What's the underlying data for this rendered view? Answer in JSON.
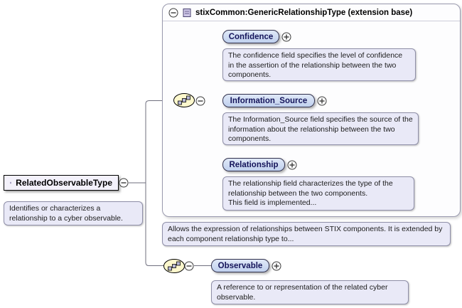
{
  "root": {
    "title": "RelatedObservableType",
    "annotation": "Identifies or characterizes a relationship to a cyber observable."
  },
  "extension": {
    "header": "stixCommon:GenericRelationshipType (extension base)",
    "annotation": "Allows the expression of relationships between STIX components. It is extended by each component relationship type to...",
    "children": [
      {
        "name": "Confidence",
        "annotation": "The confidence field specifies the level of confidence in the assertion of the relationship between the two components."
      },
      {
        "name": "Information_Source",
        "annotation": "The Information_Source field specifies the source of the information about the relationship between the two components."
      },
      {
        "name": "Relationship",
        "annotation": "The relationship field characterizes the type of the relationship between the two components.\nThis field is implemented..."
      }
    ]
  },
  "observable": {
    "name": "Observable",
    "annotation": "A reference to or representation of the related cyber observable."
  },
  "colors": {
    "element_fill": "#c9d7f1",
    "annotation_fill": "#e9e9f7",
    "sequence_fill": "#fdf8cd",
    "element_text": "#14145a"
  }
}
